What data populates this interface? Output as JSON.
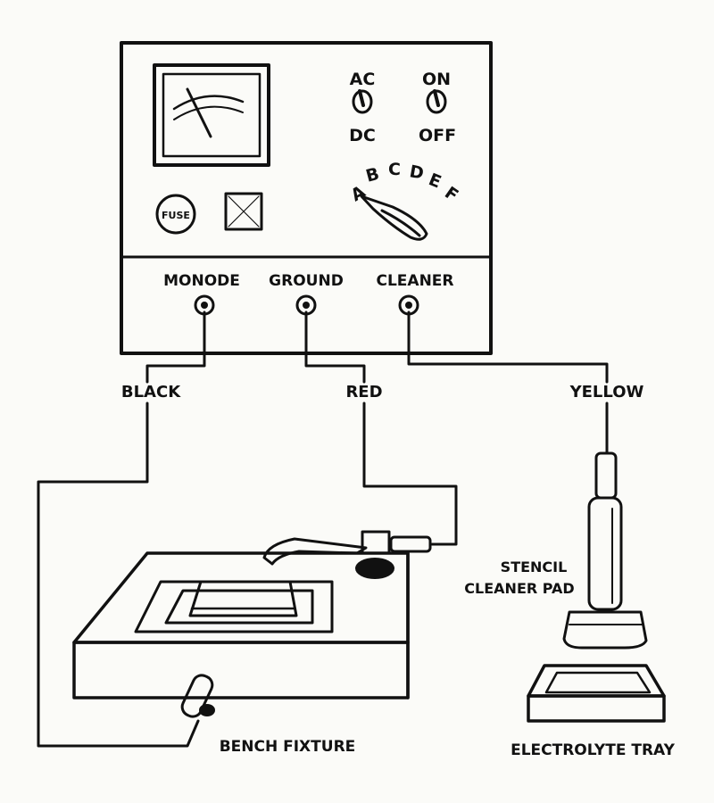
{
  "panel": {
    "fuse_label": "FUSE",
    "switch_ac": "AC",
    "switch_dc": "DC",
    "switch_on": "ON",
    "switch_off": "OFF",
    "selector_positions": [
      "A",
      "B",
      "C",
      "D",
      "E",
      "F"
    ],
    "terminals": {
      "monode": "MONODE",
      "ground": "GROUND",
      "cleaner": "CLEANER"
    }
  },
  "wires": {
    "black": "BLACK",
    "red": "RED",
    "yellow": "YELLOW"
  },
  "labels": {
    "stencil_line1": "STENCIL",
    "stencil_line2": "CLEANER PAD",
    "bench_fixture": "BENCH FIXTURE",
    "electrolyte_tray": "ELECTROLYTE TRAY"
  }
}
